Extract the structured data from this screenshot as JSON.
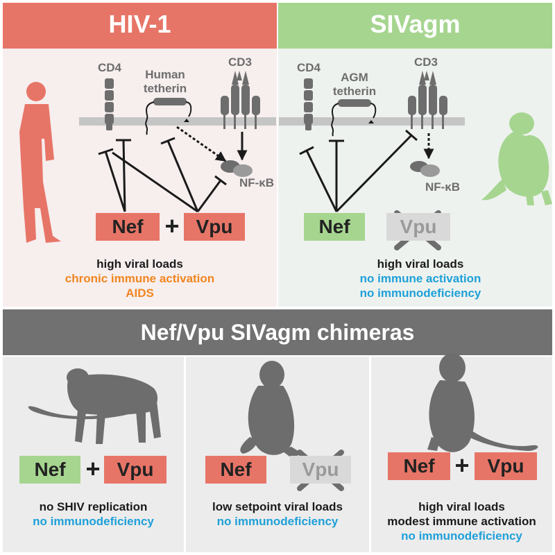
{
  "colors": {
    "hiv_header": "#e77567",
    "hiv_panel": "#f7eeee",
    "siv_header": "#a6d590",
    "siv_panel": "#eef2ee",
    "banner": "#717171",
    "bottom_panel": "#ececec",
    "nef_red": "#e77567",
    "nef_green": "#a6d590",
    "inactive_box": "#d9d9d9",
    "orange_text": "#f0861f",
    "blue_text": "#1ea0d9",
    "glyph_gray": "#6d6d6d"
  },
  "icons": [
    "human-walking-icon",
    "agm-monkey-icon",
    "walking-monkey-icon",
    "sitting-monkey-icon",
    "sitting-monkey-tail-icon",
    "cross-icon"
  ],
  "top_left": {
    "header": "HIV-1",
    "cd4": "CD4",
    "tetherin": "Human\ntetherin",
    "cd3": "CD3",
    "nfkb": "NF-κB",
    "nef": "Nef",
    "plus": "+",
    "vpu": "Vpu",
    "line1": "high viral loads",
    "line2": "chronic immune activation",
    "line3": "AIDS"
  },
  "top_right": {
    "header": "SIVagm",
    "cd4": "CD4",
    "tetherin": "AGM\ntetherin",
    "cd3": "CD3",
    "nfkb": "NF-κB",
    "nef": "Nef",
    "vpu": "Vpu",
    "line1": "high viral loads",
    "line2": "no immune activation",
    "line3": "no immunodeficiency"
  },
  "banner": "Nef/Vpu SIVagm chimeras",
  "bottom": [
    {
      "nef": "Nef",
      "plus": "+",
      "vpu": "Vpu",
      "line1": "no SHIV replication",
      "line2": "no immunodeficiency"
    },
    {
      "nef": "Nef",
      "vpu": "Vpu",
      "line1": "low setpoint viral loads",
      "line2": "no immunodeficiency"
    },
    {
      "nef": "Nef",
      "plus": "+",
      "vpu": "Vpu",
      "line1": "high viral loads",
      "line2": "modest immune activation",
      "line3": "no immunodeficiency"
    }
  ]
}
